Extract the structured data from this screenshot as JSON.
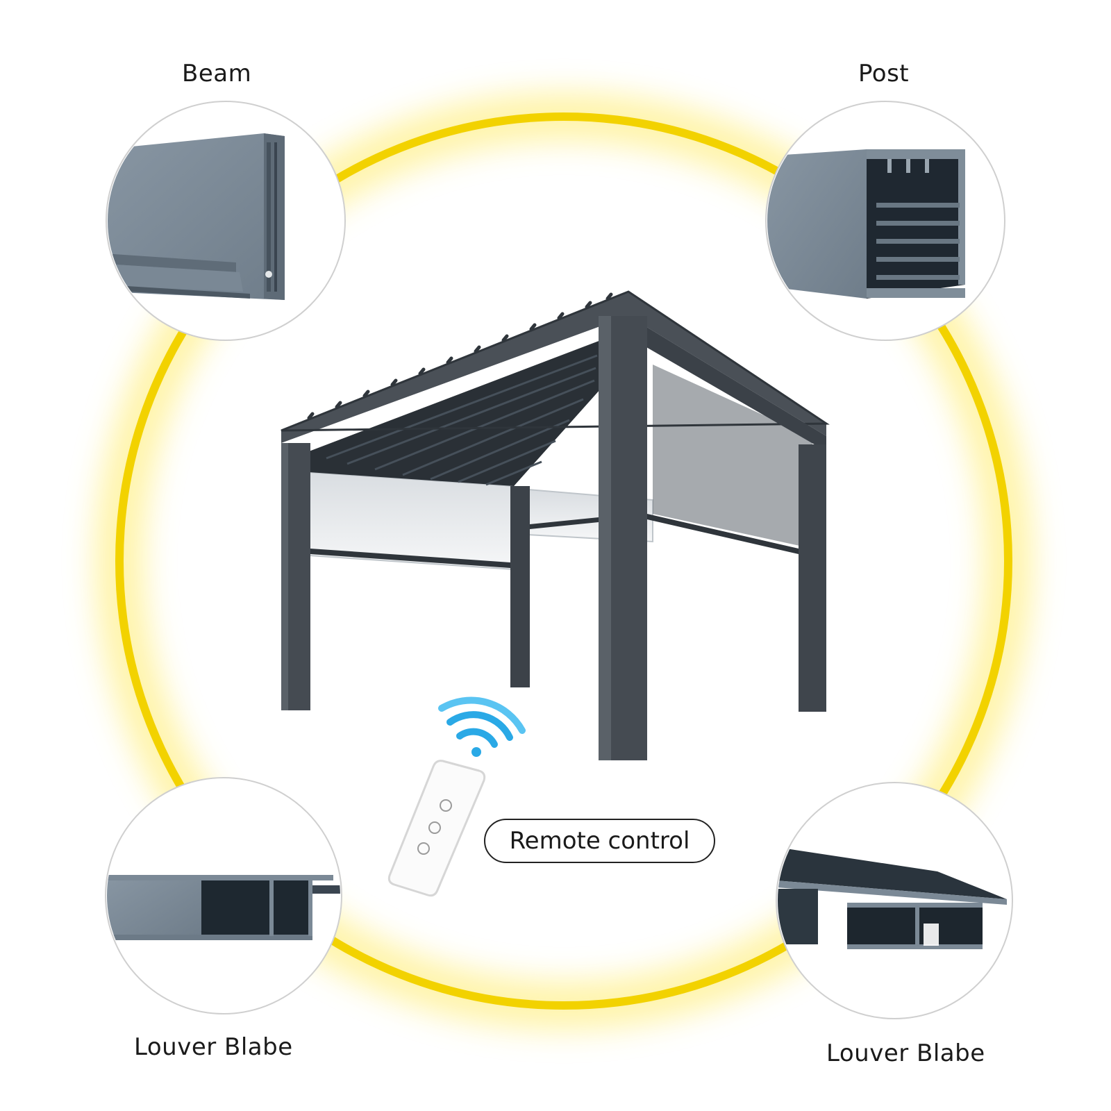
{
  "labels": {
    "beam": "Beam",
    "post": "Post",
    "louver_left": "Louver Blabe",
    "louver_right": "Louver Blabe",
    "remote": "Remote control"
  },
  "colors": {
    "ring": "#f2d200",
    "glow": "#fff6b0",
    "profile": "#7d8b98",
    "profile_dark": "#202a33",
    "frame": "#3d434a",
    "signal": "#2aa9e6"
  },
  "icons": {
    "signal": "wifi-signal-icon",
    "remote": "remote-control-icon"
  }
}
